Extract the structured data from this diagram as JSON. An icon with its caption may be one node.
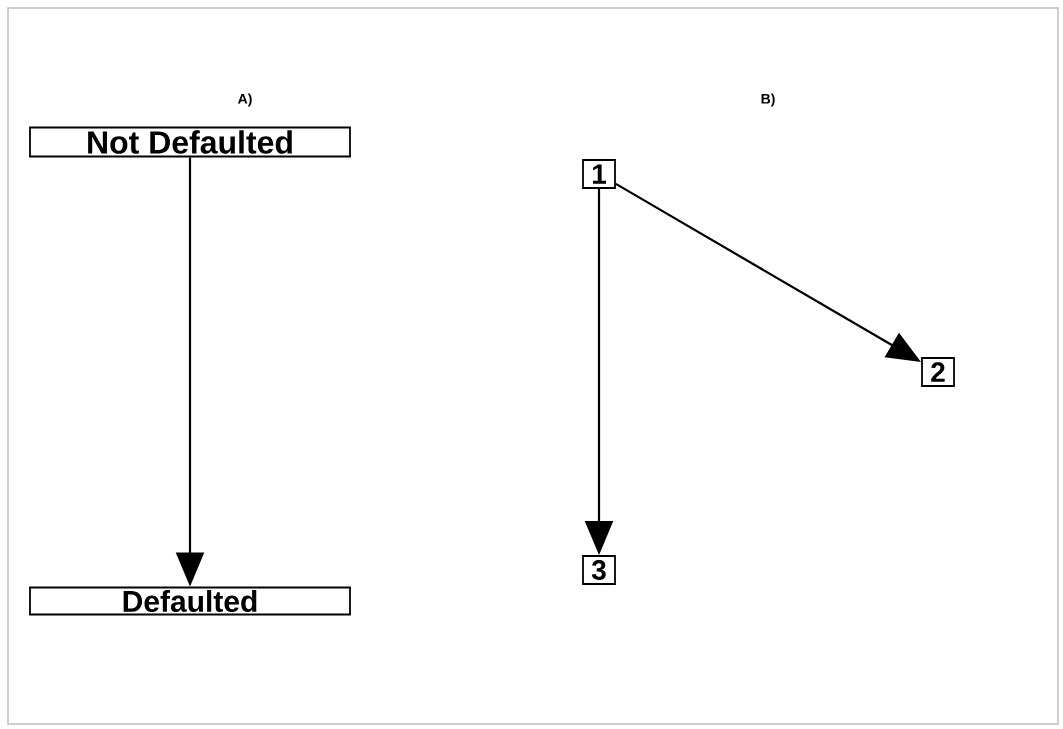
{
  "diagram": {
    "nodes": [
      {
        "text": [
          "Not Defaulted"
        ]
      },
      {
        "text": [
          "Defaulted"
        ]
      },
      {
        "text": [
          "1"
        ]
      },
      {
        "text": [
          "2"
        ]
      },
      {
        "text": [
          "3"
        ]
      }
    ],
    "edges": [
      {
        "from": 0,
        "to": 1,
        "arrow": "to"
      },
      {
        "from": 2,
        "to": 3,
        "arrow": "to"
      },
      {
        "from": 2,
        "to": 4,
        "arrow": "to"
      }
    ],
    "labels": [
      "A)",
      "B)"
    ]
  }
}
